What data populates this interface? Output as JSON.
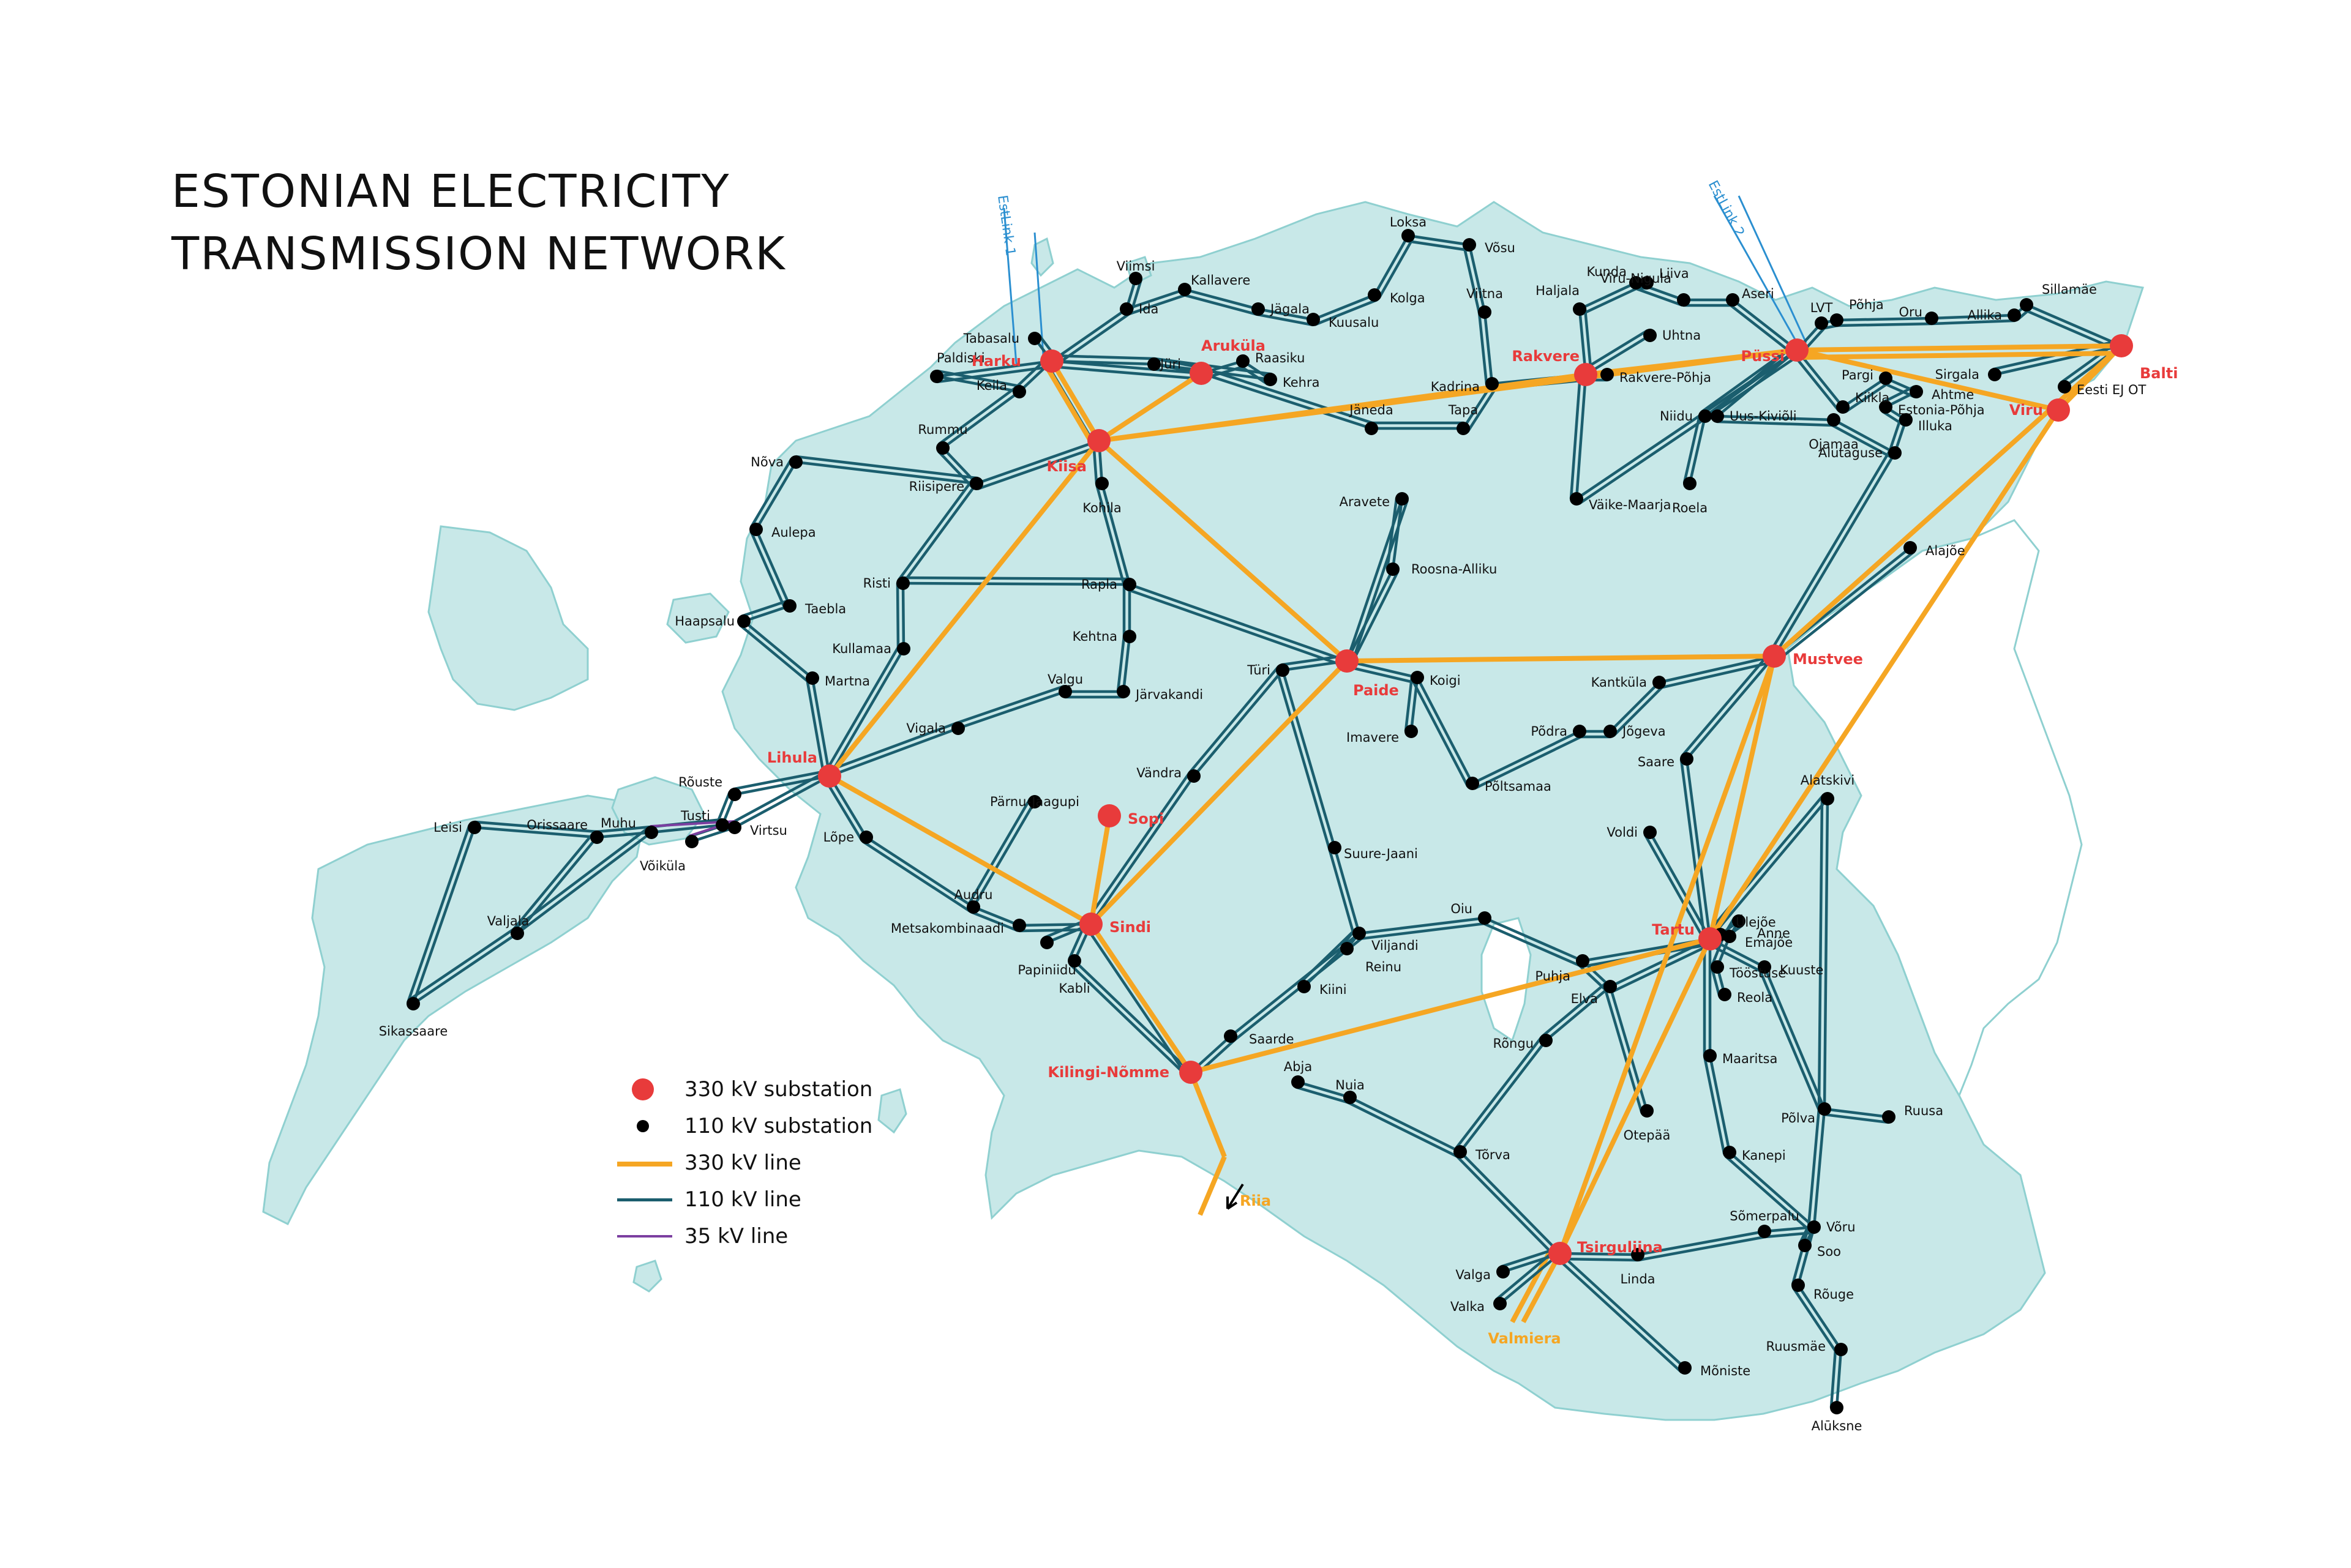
{
  "title_line1": "ESTONIAN ELECTRICITY",
  "title_line2": "TRANSMISSION NETWORK",
  "colors": {
    "land": "#c8e8e8",
    "coast": "#8fd0d0",
    "water": "#ffffff",
    "line_330": "#f5a623",
    "line_110": "#1b5e6e",
    "line_35": "#7b3fa0",
    "substation_330": "#e83b3b",
    "substation_110": "#000000",
    "label_330": "#e83b3b",
    "label_110": "#111111",
    "interconnector": "#2b8fd0",
    "foreign_label": "#f5a623"
  },
  "legend": {
    "sub330": "330 kV substation",
    "sub110": "110 kV substation",
    "line330": "330 kV line",
    "line110": "110 kV line",
    "line35": "35 kV line"
  },
  "interconnectors": [
    "EstLink 1",
    "EstLink 2"
  ],
  "foreign_destinations": [
    "Riia",
    "Valmiera"
  ],
  "substations_330": [
    "Harku",
    "Aruküla",
    "Kiisa",
    "Rakvere",
    "Püssi",
    "Balti",
    "Viru",
    "Paide",
    "Mustvee",
    "Lihula",
    "Sopi",
    "Sindi",
    "Kilingi-Nõmme",
    "Tartu",
    "Tsirguliina"
  ],
  "substations_110": [
    "Tabasalu",
    "Viimsi",
    "Ida",
    "Kallavere",
    "Jägala",
    "Kuusalu",
    "Kolga",
    "Loksa",
    "Võsu",
    "Viitna",
    "Haljala",
    "Kunda",
    "Liiva",
    "Viru-Nigula",
    "Aseri",
    "Uhtna",
    "LVT",
    "Põhja",
    "Oru",
    "Allika",
    "Sillamäe",
    "Sirgala",
    "Eesti EJ OT",
    "Pargi",
    "Ahtme",
    "Kiikla",
    "Estonia-Põhja",
    "Illuka",
    "Uus-Kiviõli",
    "Ojamaa",
    "Alutaguse",
    "Niidu",
    "Roela",
    "Rakvere-Põhja",
    "Väike-Maarja",
    "Kadrina",
    "Tapa",
    "Jäneda",
    "Raasiku",
    "Kehra",
    "Jüri",
    "Paldiski",
    "Keila",
    "Rummu",
    "Riisipere",
    "Kohila",
    "Nõva",
    "Aulepa",
    "Taebla",
    "Haapsalu",
    "Risti",
    "Kullamaa",
    "Martna",
    "Rapla",
    "Kehtna",
    "Järvakandi",
    "Valgu",
    "Vigala",
    "Aravete",
    "Roosna-Alliku",
    "Türi",
    "Koigi",
    "Imavere",
    "Põltsamaa",
    "Põdra",
    "Jõgeva",
    "Kantküla",
    "Saare",
    "Alajõe",
    "Alatskivi",
    "Voldi",
    "Vändra",
    "Suure-Jaani",
    "Pärnu-Jaagupi",
    "Audru",
    "Metsakombinaadi",
    "Papiniidu",
    "Kabli",
    "Saarde",
    "Viljandi",
    "Reinu",
    "Kiini",
    "Oiu",
    "Puhja",
    "Elva",
    "Ülejõe",
    "Anne",
    "Emajõe",
    "Tööstuse",
    "Kuuste",
    "Reola",
    "Rõngu",
    "Otepää",
    "Maaritsa",
    "Kanepi",
    "Põlva",
    "Ruusa",
    "Abja",
    "Nuia",
    "Tõrva",
    "Valga",
    "Valka",
    "Linda",
    "Sõmerpalu",
    "Võru",
    "Soo",
    "Rõuge",
    "Ruusmäe",
    "Mõniste",
    "Alūksne",
    "Rõuste",
    "Tusti",
    "Muhu",
    "Virtsu",
    "Võiküla",
    "Leisi",
    "Orissaare",
    "Valjala",
    "Sikassaare",
    "Lõpe"
  ]
}
